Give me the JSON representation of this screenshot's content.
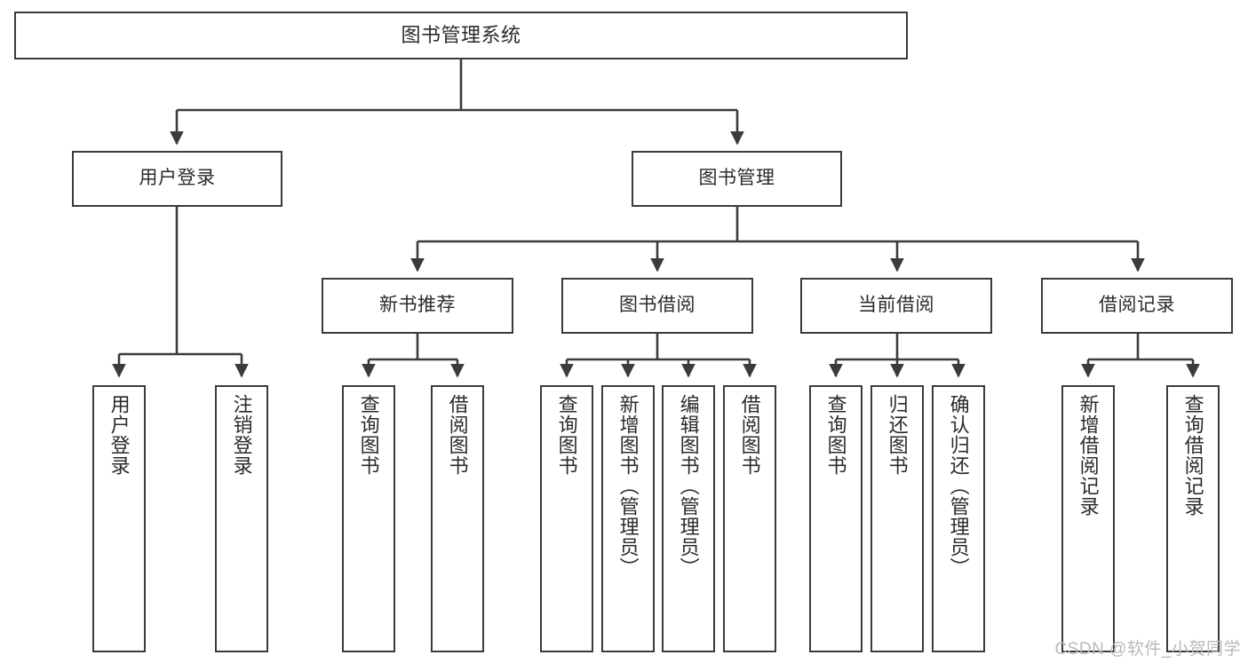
{
  "diagram": {
    "title": "图书管理系统",
    "type": "tree-hierarchy",
    "background": "#ffffff",
    "line_color": "#3b3b3b",
    "text_color": "#2b2b2b",
    "watermark": "CSDN @软件_小贺同学"
  },
  "nodes": {
    "root": {
      "label": "图书管理系统"
    },
    "level1": [
      {
        "label": "用户登录"
      },
      {
        "label": "图书管理"
      }
    ],
    "level2": [
      {
        "label": "新书推荐"
      },
      {
        "label": "图书借阅"
      },
      {
        "label": "当前借阅"
      },
      {
        "label": "借阅记录"
      }
    ],
    "leaves": {
      "user_login": [
        {
          "label": "用户登录"
        },
        {
          "label": "注销登录"
        }
      ],
      "new_book": [
        {
          "label": "查询图书"
        },
        {
          "label": "借阅图书"
        }
      ],
      "book_borrow": [
        {
          "label": "查询图书"
        },
        {
          "label": "新增图书（管理员）"
        },
        {
          "label": "编辑图书（管理员）"
        },
        {
          "label": "借阅图书"
        }
      ],
      "current_borrow": [
        {
          "label": "查询图书"
        },
        {
          "label": "归还图书"
        },
        {
          "label": "确认归还（管理员）"
        }
      ],
      "borrow_record": [
        {
          "label": "新增借阅记录"
        },
        {
          "label": "查询借阅记录"
        }
      ]
    }
  }
}
